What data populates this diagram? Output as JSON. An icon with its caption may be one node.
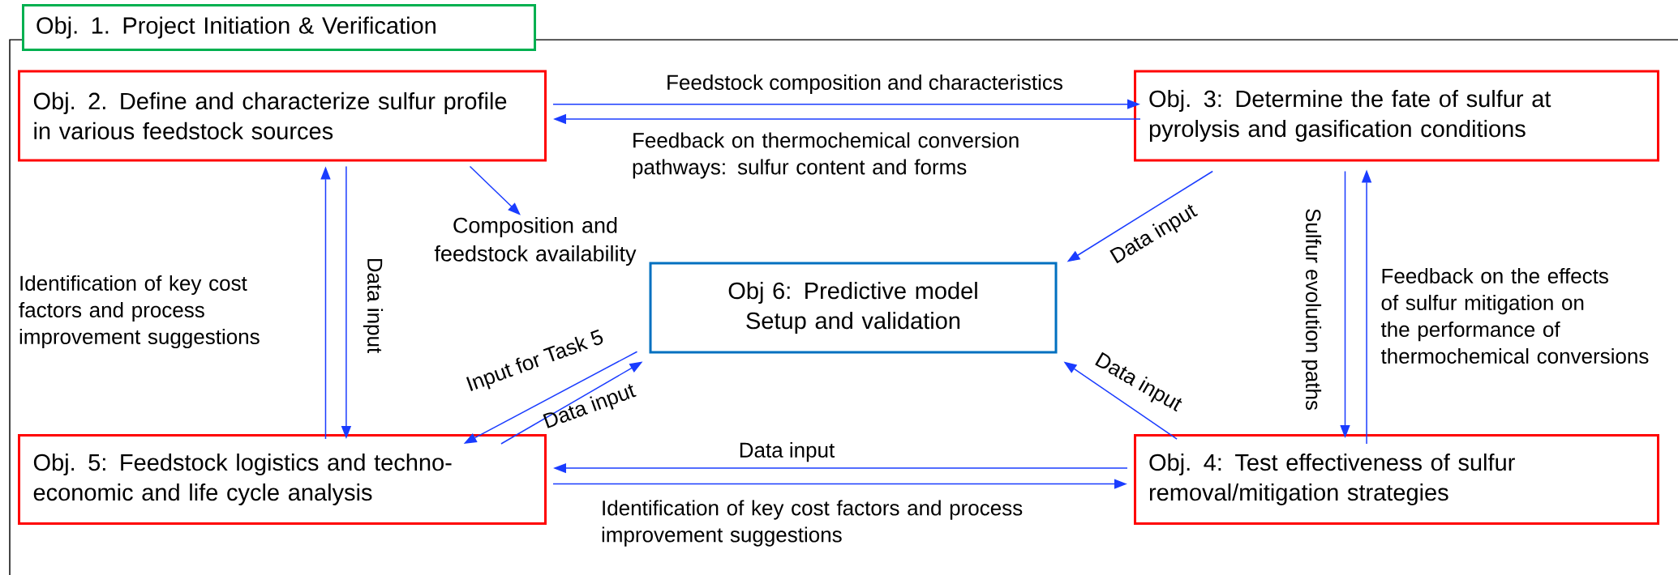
{
  "diagram": {
    "nodes": [
      {
        "text": [
          "Obj. 1. Project Initiation & Verification"
        ]
      },
      {
        "text": [
          "Obj. 2. Define and characterize sulfur profile in various feedstock sources"
        ]
      },
      {
        "text": [
          "Obj. 3: Determine the fate of sulfur at pyrolysis and gasification conditions"
        ]
      },
      {
        "text": [
          "Composition and feedstock availability"
        ]
      },
      {
        "text": [
          "Obj 6: Predictive model Setup and validation"
        ]
      },
      {
        "text": [
          "Obj. 5: Feedstock logistics and techno-economic and life cycle analysis"
        ]
      },
      {
        "text": [
          "Obj. 4: Test effectiveness of sulfur removal/mitigation strategies"
        ]
      }
    ],
    "edges": [
      {
        "from": 1,
        "to": 2,
        "arrow": "to",
        "label": "Feedstock composition and characteristics"
      },
      {
        "from": 2,
        "to": 1,
        "arrow": "to",
        "label": "Feedback on thermochemical conversion pathways: sulfur content and forms"
      },
      {
        "from": 1,
        "to": 3,
        "arrow": "to"
      },
      {
        "from": 2,
        "to": 4,
        "arrow": "to",
        "label": "Data input"
      },
      {
        "from": 2,
        "to": 6,
        "arrow": "to",
        "label": "Sulfur evolution paths"
      },
      {
        "from": 6,
        "to": 2,
        "arrow": "to",
        "label": "Feedback on the effects of sulfur mitigation on the performance of thermochemical conversions"
      },
      {
        "from": 6,
        "to": 4,
        "arrow": "to",
        "label": "Data input"
      },
      {
        "from": 4,
        "to": 5,
        "arrow": "to",
        "label": "Input for Task 5"
      },
      {
        "from": 5,
        "to": 4,
        "arrow": "to",
        "label": "Data input"
      },
      {
        "from": 5,
        "to": 1,
        "arrow": "to",
        "label": "Identification of key cost factors and process improvement suggestions"
      },
      {
        "from": 1,
        "to": 5,
        "arrow": "to",
        "label": "Data input"
      },
      {
        "from": 6,
        "to": 5,
        "arrow": "to",
        "label": "Data input"
      },
      {
        "from": 5,
        "to": 6,
        "arrow": "to",
        "label": "Identification of key cost factors and process improvement suggestions"
      }
    ]
  }
}
